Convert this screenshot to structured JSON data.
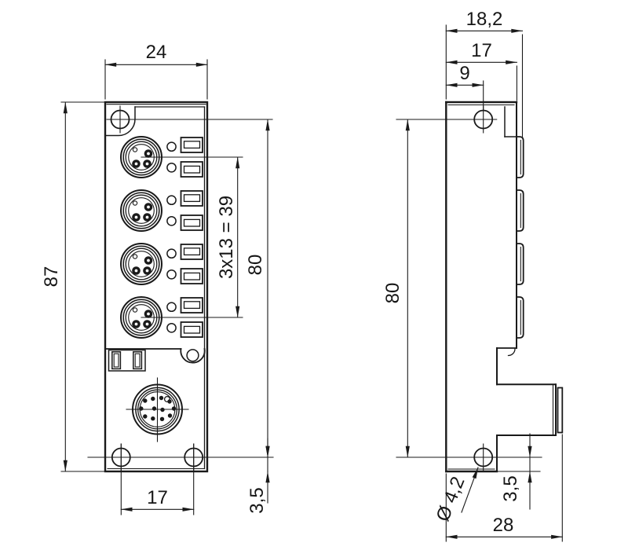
{
  "drawing_type": "dimensional engineering drawing of sensor-actuator distribution box",
  "front_view": {
    "width_top": "24",
    "height_overall": "87",
    "connector_pitch": "3x13 = 39",
    "mounting_hole_spacing_vertical": "80",
    "mounting_hole_spacing_horizontal": "17",
    "mounting_hole_bottom_offset": "3,5"
  },
  "side_view": {
    "depth_overall": "18,2",
    "depth_housing": "17",
    "mounting_hole_offset_from_back": "9",
    "mounting_hole_spacing_vertical": "80",
    "mounting_hole_diameter": "Ø 4,2",
    "mounting_hole_bottom_offset": "3,5",
    "depth_with_connector": "28"
  },
  "colors": {
    "line": "#1a1a1a",
    "background": "#ffffff"
  }
}
